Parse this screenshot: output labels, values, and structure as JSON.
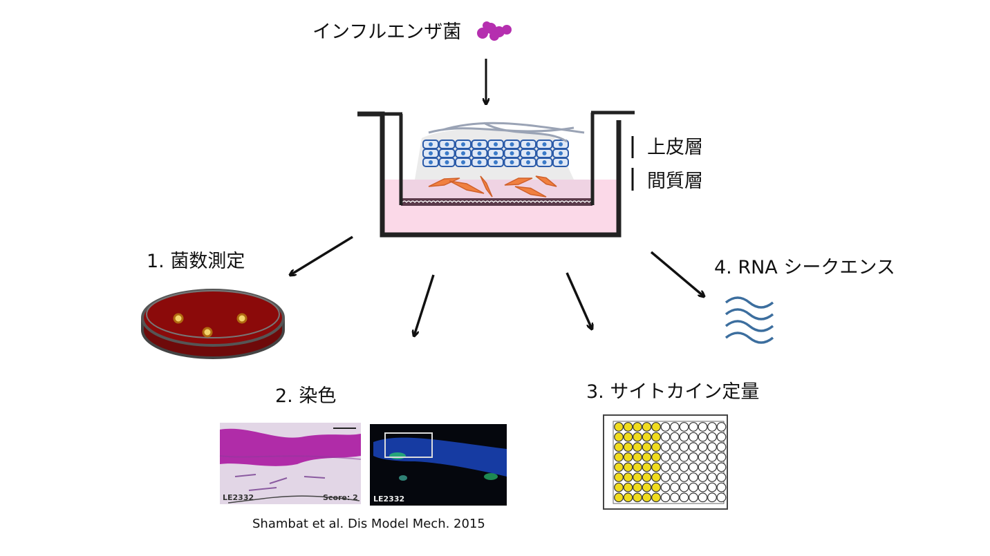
{
  "title": "インフルエンザ菌",
  "layers": {
    "epithelial": "上皮層",
    "stromal": "間質層"
  },
  "steps": [
    {
      "label": "1. 菌数測定"
    },
    {
      "label": "2. 染色"
    },
    {
      "label": "3. サイトカイン定量"
    },
    {
      "label": "4. RNA シークエンス"
    }
  ],
  "staining": {
    "he_sample": "LE2332",
    "he_score": "Score: 2",
    "if_sample": "LE2332",
    "citation": "Shambat et al. Dis Model Mech. 2015"
  },
  "plate": {
    "rows": 8,
    "cols": 12,
    "filled_cols": 5,
    "fill_color": "#f0dc1e"
  },
  "colors": {
    "bacteria": "#b52faf",
    "medium": "#fbd9e8",
    "agar": "#8b0a0a",
    "wave": "#3c6e9e",
    "fibroblast": "#f08040",
    "epithelium": "#2a5aa8"
  }
}
